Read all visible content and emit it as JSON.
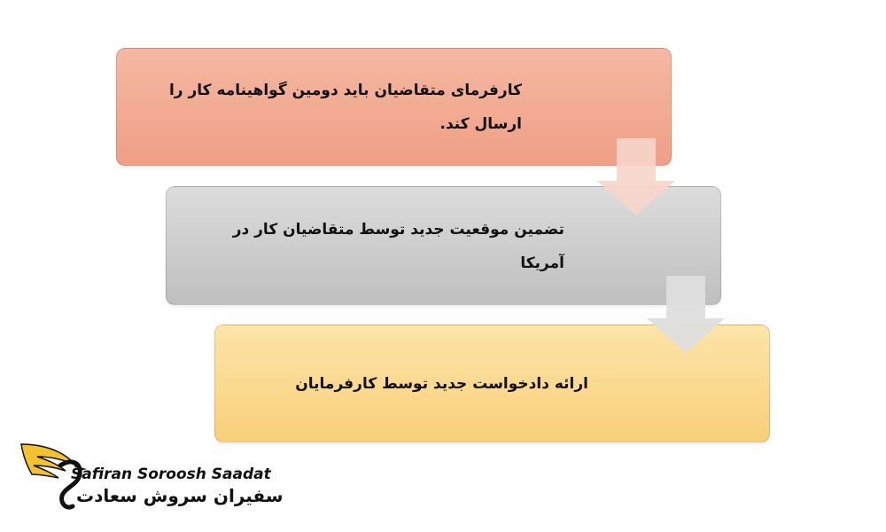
{
  "steps": [
    {
      "text": "کارفرمای متقاضیان باید دومین گواهینامه کار را\nارسال کند.",
      "color": "#f2a98f"
    },
    {
      "text": "تضمین موقعیت جدید توسط متقاضیان کار در\nآمریکا",
      "color": "#cfcfcf"
    },
    {
      "text": "ارائه دادخواست جدید توسط کارفرمایان",
      "color": "#fbd98f"
    }
  ],
  "arrows": [
    {
      "from": 1,
      "to": 2,
      "color": "#f7d5cb"
    },
    {
      "from": 2,
      "to": 3,
      "color": "#e0e0e0"
    }
  ],
  "logo": {
    "text_en": "Safiran Soroosh Saadat",
    "text_fa": "سفیران سروش سعادت",
    "accent": "#f2c230",
    "icon": "bird-wing-icon"
  }
}
